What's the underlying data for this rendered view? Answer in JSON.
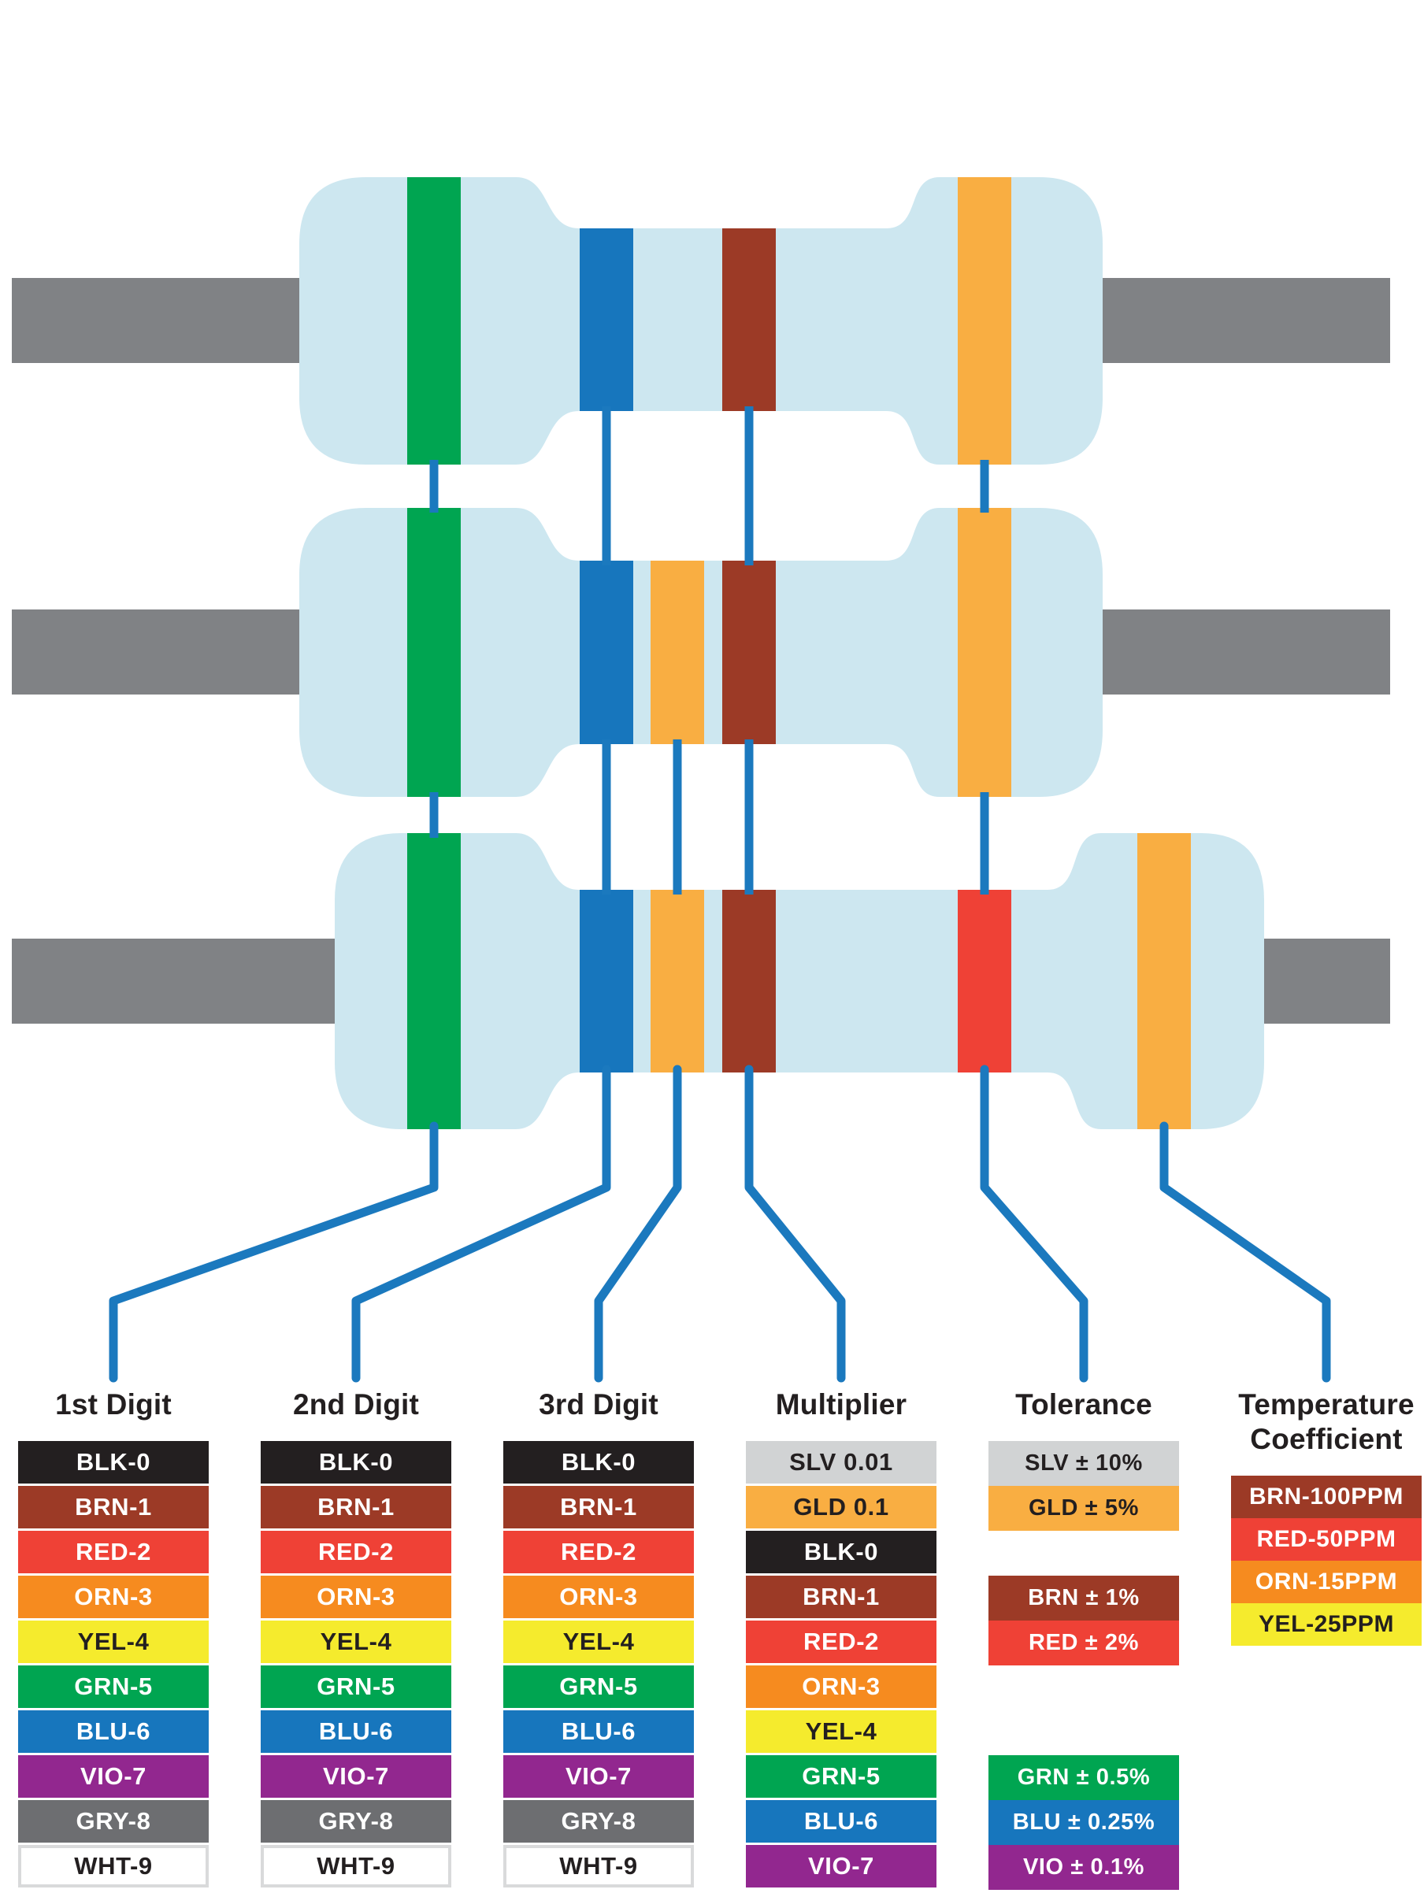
{
  "palette": {
    "body": "#CDE7F0",
    "lead": "#808285",
    "line": "#1B79BE",
    "black": "#231F20",
    "brown": "#9C3A26",
    "red": "#EF4136",
    "orange": "#F68B1F",
    "yellow": "#F5EB2D",
    "green": "#00A551",
    "blue": "#1776BD",
    "violet": "#92278F",
    "gray": "#6D6E71",
    "white": "#FFFFFF",
    "silver": "#D1D3D4",
    "gold": "#F9AE42",
    "white_row_border": "#D9DADB",
    "header_text": "#231F20"
  },
  "diagram": {
    "resistors": [
      {
        "type": "4-band-resistor",
        "bands": [
          {
            "id": "1st-digit-green",
            "color": "#00A551",
            "slot": 0
          },
          {
            "id": "2nd-digit-blue",
            "color": "#1776BD",
            "slot": 1
          },
          {
            "id": "multiplier-brown",
            "color": "#9C3A26",
            "slot": 3
          },
          {
            "id": "tolerance-gold",
            "color": "#F9AE42",
            "slot": 4
          }
        ]
      },
      {
        "type": "5-band-resistor",
        "bands": [
          {
            "id": "1st-digit-green",
            "color": "#00A551",
            "slot": 0
          },
          {
            "id": "2nd-digit-blue",
            "color": "#1776BD",
            "slot": 1
          },
          {
            "id": "3rd-digit-orange",
            "color": "#F9AE42",
            "slot": 2
          },
          {
            "id": "multiplier-brown",
            "color": "#9C3A26",
            "slot": 3
          },
          {
            "id": "tolerance-gold",
            "color": "#F9AE42",
            "slot": 4
          }
        ]
      },
      {
        "type": "6-band-resistor",
        "bands": [
          {
            "id": "1st-digit-green",
            "color": "#00A551",
            "slot": 0
          },
          {
            "id": "2nd-digit-blue",
            "color": "#1776BD",
            "slot": 1
          },
          {
            "id": "3rd-digit-orange",
            "color": "#F9AE42",
            "slot": 2
          },
          {
            "id": "multiplier-brown",
            "color": "#9C3A26",
            "slot": 3
          },
          {
            "id": "tolerance-red",
            "color": "#EF4136",
            "slot": 4
          },
          {
            "id": "temperature-coefficient-orange",
            "color": "#F9AE42",
            "slot": 5
          }
        ]
      }
    ]
  },
  "columns": [
    {
      "header": "1st Digit",
      "rows": [
        {
          "label": "BLK-0",
          "bg": "#231F20",
          "fg": "#FFFFFF"
        },
        {
          "label": "BRN-1",
          "bg": "#9C3A26",
          "fg": "#FFFFFF"
        },
        {
          "label": "RED-2",
          "bg": "#EF4136",
          "fg": "#FFFFFF"
        },
        {
          "label": "ORN-3",
          "bg": "#F68B1F",
          "fg": "#FFFFFF"
        },
        {
          "label": "YEL-4",
          "bg": "#F5EB2D",
          "fg": "#231F20"
        },
        {
          "label": "GRN-5",
          "bg": "#00A551",
          "fg": "#FFFFFF"
        },
        {
          "label": "BLU-6",
          "bg": "#1776BD",
          "fg": "#FFFFFF"
        },
        {
          "label": "VIO-7",
          "bg": "#92278F",
          "fg": "#FFFFFF"
        },
        {
          "label": "GRY-8",
          "bg": "#6D6E71",
          "fg": "#FFFFFF"
        },
        {
          "label": "WHT-9",
          "bg": "#FFFFFF",
          "fg": "#231F20",
          "border": true
        }
      ]
    },
    {
      "header": "2nd Digit",
      "rows": [
        {
          "label": "BLK-0",
          "bg": "#231F20",
          "fg": "#FFFFFF"
        },
        {
          "label": "BRN-1",
          "bg": "#9C3A26",
          "fg": "#FFFFFF"
        },
        {
          "label": "RED-2",
          "bg": "#EF4136",
          "fg": "#FFFFFF"
        },
        {
          "label": "ORN-3",
          "bg": "#F68B1F",
          "fg": "#FFFFFF"
        },
        {
          "label": "YEL-4",
          "bg": "#F5EB2D",
          "fg": "#231F20"
        },
        {
          "label": "GRN-5",
          "bg": "#00A551",
          "fg": "#FFFFFF"
        },
        {
          "label": "BLU-6",
          "bg": "#1776BD",
          "fg": "#FFFFFF"
        },
        {
          "label": "VIO-7",
          "bg": "#92278F",
          "fg": "#FFFFFF"
        },
        {
          "label": "GRY-8",
          "bg": "#6D6E71",
          "fg": "#FFFFFF"
        },
        {
          "label": "WHT-9",
          "bg": "#FFFFFF",
          "fg": "#231F20",
          "border": true
        }
      ]
    },
    {
      "header": "3rd Digit",
      "rows": [
        {
          "label": "BLK-0",
          "bg": "#231F20",
          "fg": "#FFFFFF"
        },
        {
          "label": "BRN-1",
          "bg": "#9C3A26",
          "fg": "#FFFFFF"
        },
        {
          "label": "RED-2",
          "bg": "#EF4136",
          "fg": "#FFFFFF"
        },
        {
          "label": "ORN-3",
          "bg": "#F68B1F",
          "fg": "#FFFFFF"
        },
        {
          "label": "YEL-4",
          "bg": "#F5EB2D",
          "fg": "#231F20"
        },
        {
          "label": "GRN-5",
          "bg": "#00A551",
          "fg": "#FFFFFF"
        },
        {
          "label": "BLU-6",
          "bg": "#1776BD",
          "fg": "#FFFFFF"
        },
        {
          "label": "VIO-7",
          "bg": "#92278F",
          "fg": "#FFFFFF"
        },
        {
          "label": "GRY-8",
          "bg": "#6D6E71",
          "fg": "#FFFFFF"
        },
        {
          "label": "WHT-9",
          "bg": "#FFFFFF",
          "fg": "#231F20",
          "border": true
        }
      ]
    },
    {
      "header": "Multiplier",
      "rows": [
        {
          "label": "SLV 0.01",
          "bg": "#D1D3D4",
          "fg": "#231F20"
        },
        {
          "label": "GLD 0.1",
          "bg": "#F9AE42",
          "fg": "#231F20"
        },
        {
          "label": "BLK-0",
          "bg": "#231F20",
          "fg": "#FFFFFF"
        },
        {
          "label": "BRN-1",
          "bg": "#9C3A26",
          "fg": "#FFFFFF"
        },
        {
          "label": "RED-2",
          "bg": "#EF4136",
          "fg": "#FFFFFF"
        },
        {
          "label": "ORN-3",
          "bg": "#F68B1F",
          "fg": "#FFFFFF"
        },
        {
          "label": "YEL-4",
          "bg": "#F5EB2D",
          "fg": "#231F20"
        },
        {
          "label": "GRN-5",
          "bg": "#00A551",
          "fg": "#FFFFFF"
        },
        {
          "label": "BLU-6",
          "bg": "#1776BD",
          "fg": "#FFFFFF"
        },
        {
          "label": "VIO-7",
          "bg": "#92278F",
          "fg": "#FFFFFF"
        }
      ]
    },
    {
      "header": "Tolerance",
      "rows": [
        {
          "label": "SLV ± 10%",
          "bg": "#D1D3D4",
          "fg": "#231F20",
          "slot": 0
        },
        {
          "label": "GLD ± 5%",
          "bg": "#F9AE42",
          "fg": "#231F20",
          "slot": 1
        },
        {
          "label": "BRN ± 1%",
          "bg": "#9C3A26",
          "fg": "#FFFFFF",
          "slot": 3
        },
        {
          "label": "RED ± 2%",
          "bg": "#EF4136",
          "fg": "#FFFFFF",
          "slot": 4
        },
        {
          "label": "GRN ± 0.5%",
          "bg": "#00A551",
          "fg": "#FFFFFF",
          "slot": 7
        },
        {
          "label": "BLU ± 0.25%",
          "bg": "#1776BD",
          "fg": "#FFFFFF",
          "slot": 8
        },
        {
          "label": "VIO ± 0.1%",
          "bg": "#92278F",
          "fg": "#FFFFFF",
          "slot": 9
        }
      ]
    },
    {
      "header": "Temperature Coefficient",
      "header_lines": [
        "Temperature",
        "Coefficient"
      ],
      "rows": [
        {
          "label": "BRN-100PPM",
          "bg": "#9C3A26",
          "fg": "#FFFFFF"
        },
        {
          "label": "RED-50PPM",
          "bg": "#EF4136",
          "fg": "#FFFFFF"
        },
        {
          "label": "ORN-15PPM",
          "bg": "#F68B1F",
          "fg": "#FFFFFF"
        },
        {
          "label": "YEL-25PPM",
          "bg": "#F5EB2D",
          "fg": "#231F20"
        }
      ]
    }
  ]
}
